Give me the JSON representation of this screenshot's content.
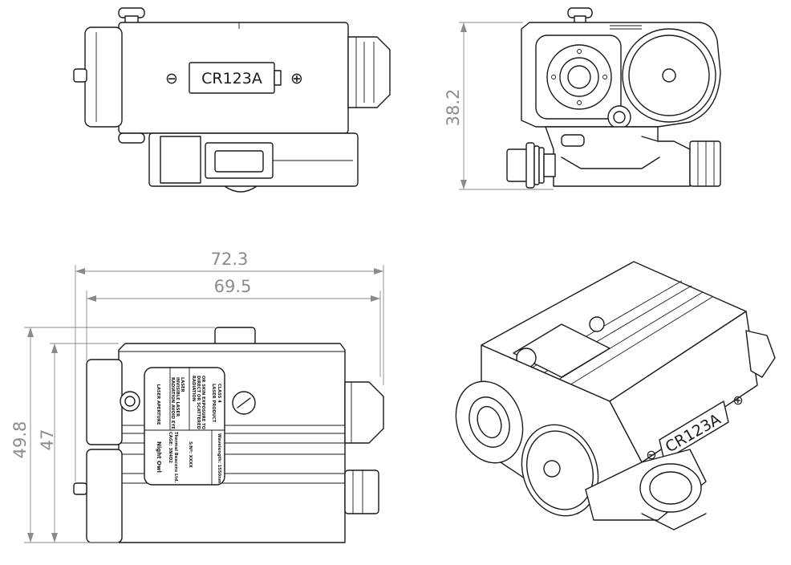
{
  "drawing": {
    "battery_label": "CR123A",
    "minus_symbol": "⊖",
    "plus_symbol": "⊕",
    "dimensions": {
      "height_side": "38.2",
      "length_outer": "72.3",
      "length_inner": "69.5",
      "height_outer": "49.8",
      "height_inner": "47"
    },
    "product_label": {
      "brand": "Night Owl",
      "maker": "Thermal Beacons Ltd.",
      "cage": "CAGE: 3N4D2",
      "serial": "S/Nº: XXXX",
      "wavelength": "Wavelength: 1550nm",
      "laser_aperture": "LASER APERTURE",
      "warning_lines": [
        "LASER",
        "INVISIBLE LASER",
        "RADIATION AVOID EYE",
        "OR SKIN EXPOSURE TO",
        "DIRECT OR SCATTERED",
        "RADIATION",
        "CLASS 4",
        "LASER PRODUCT"
      ]
    }
  }
}
